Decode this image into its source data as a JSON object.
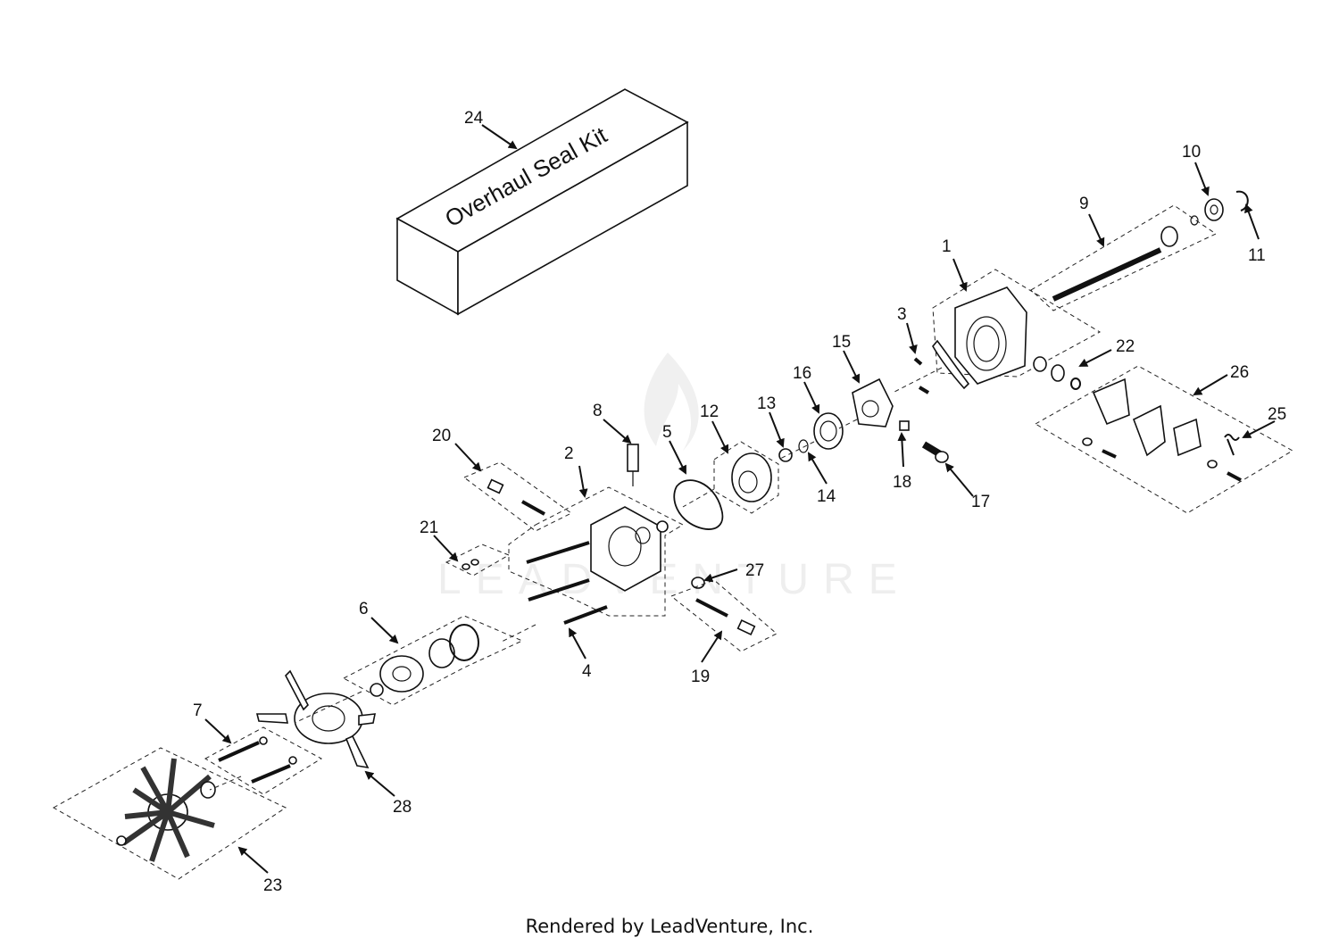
{
  "watermark": "LEADVENTURE",
  "kit_box_text": "Overhaul Seal Kit",
  "footer": "Rendered by LeadVenture, Inc.",
  "callouts": [
    {
      "id": "1",
      "label": "1"
    },
    {
      "id": "2",
      "label": "2"
    },
    {
      "id": "3",
      "label": "3"
    },
    {
      "id": "4",
      "label": "4"
    },
    {
      "id": "5",
      "label": "5"
    },
    {
      "id": "6",
      "label": "6"
    },
    {
      "id": "7",
      "label": "7"
    },
    {
      "id": "8",
      "label": "8"
    },
    {
      "id": "9",
      "label": "9"
    },
    {
      "id": "10",
      "label": "10"
    },
    {
      "id": "11",
      "label": "11"
    },
    {
      "id": "12",
      "label": "12"
    },
    {
      "id": "13",
      "label": "13"
    },
    {
      "id": "14",
      "label": "14"
    },
    {
      "id": "15",
      "label": "15"
    },
    {
      "id": "16",
      "label": "16"
    },
    {
      "id": "17",
      "label": "17"
    },
    {
      "id": "18",
      "label": "18"
    },
    {
      "id": "19",
      "label": "19"
    },
    {
      "id": "20",
      "label": "20"
    },
    {
      "id": "21",
      "label": "21"
    },
    {
      "id": "22",
      "label": "22"
    },
    {
      "id": "23",
      "label": "23"
    },
    {
      "id": "24",
      "label": "24"
    },
    {
      "id": "25",
      "label": "25"
    },
    {
      "id": "26",
      "label": "26"
    },
    {
      "id": "27",
      "label": "27"
    },
    {
      "id": "28",
      "label": "28"
    }
  ]
}
